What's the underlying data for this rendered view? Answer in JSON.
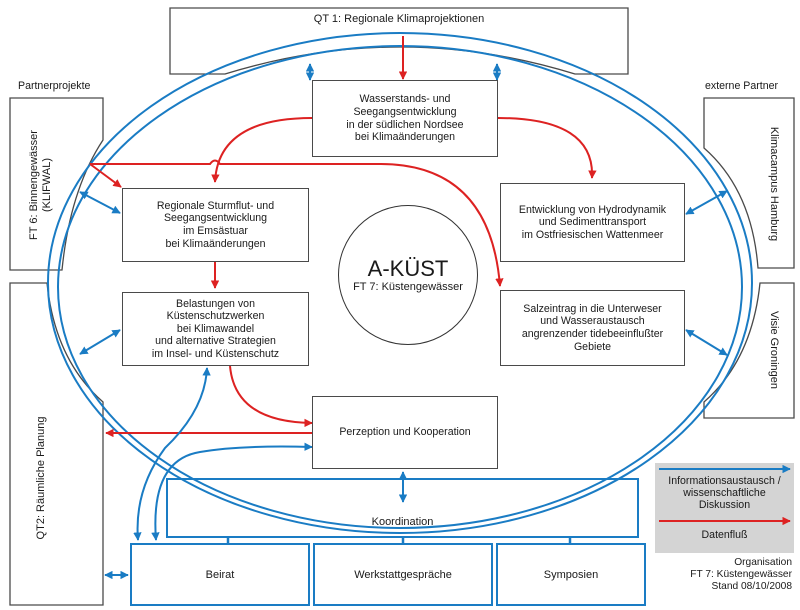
{
  "diagram": {
    "title_top": "QT 1: Regionale Klimaprojektionen",
    "center": {
      "title": "A-KÜST",
      "subtitle": "FT 7: Küstengewässer"
    },
    "group_labels": {
      "left": "Partnerprojekte",
      "right": "externe Partner"
    },
    "partners_left": [
      {
        "label": "FT 6: Binnengewässer\n(KLIFWAL)"
      },
      {
        "label": "QT2: Räumliche Planung"
      }
    ],
    "partners_right": [
      {
        "label": "Klimacampus Hamburg"
      },
      {
        "label": "Visie Groningen"
      }
    ],
    "modules": {
      "wasserstand": "Wasserstands- und\nSeegangsentwicklung\nin der südlichen Nordsee\nbei Klimaänderungen",
      "sturmflut": "Regionale Sturmflut- und\nSeegangsentwicklung\nim Emsästuar\nbei Klimaänderungen",
      "belastungen": "Belastungen von\nKüstenschutzwerken\nbei Klimawandel\nund alternative Strategien\nim Insel- und Küstenschutz",
      "hydrodynamik": "Entwicklung von Hydrodynamik\nund Sedimenttransport\nim Ostfriesischen Wattenmeer",
      "salzeintrag": "Salzeintrag in die Unterweser\nund Wasseraustausch\nangrenzender tidebeeinflußter\nGebiete",
      "perzeption": "Perzeption und Kooperation"
    },
    "organisation": {
      "koordination": "Koordination",
      "units": [
        "Beirat",
        "Werkstattgespräche",
        "Symposien"
      ]
    },
    "legend": {
      "info": "Informationsaustausch /\nwissenschaftliche\nDiskussion",
      "data": "Datenfluß",
      "info_color": "#1a7cc4",
      "data_color": "#dd2222"
    },
    "footer": "Organisation\nFT 7: Küstengewässer\nStand 08/10/2008"
  }
}
